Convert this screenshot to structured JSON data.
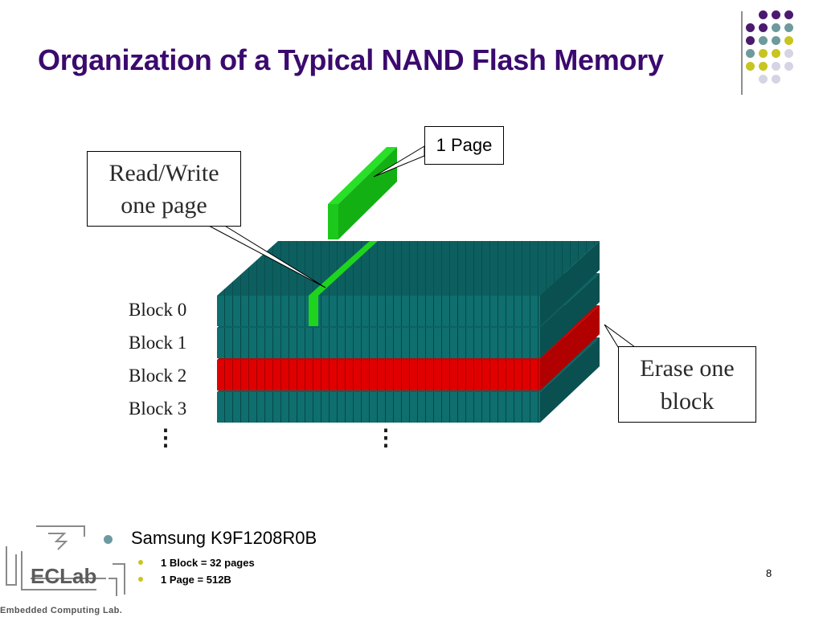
{
  "slide": {
    "title": "Organization of a Typical NAND Flash Memory",
    "page_number": "8"
  },
  "diagram": {
    "callouts": {
      "read_write": {
        "line1": "Read/Write",
        "line2": "one page"
      },
      "page": "1 Page",
      "erase": {
        "line1": "Erase one",
        "line2": "block"
      }
    },
    "blocks": [
      "Block 0",
      "Block 1",
      "Block 2",
      "Block 3"
    ],
    "ellipsis": "⋮",
    "colors": {
      "block": "#0e6b6b",
      "block_top": "#105f5f",
      "erase_block": "#e00000",
      "page": "#1fd41f"
    }
  },
  "bullets": {
    "main": "Samsung K9F1208R0B",
    "sub": [
      "1 Block = 32 pages",
      "1 Page = 512B"
    ]
  },
  "logo": {
    "name": "ECLab",
    "tagline": "Embedded Computing Lab."
  },
  "decor": {
    "dot_colors": [
      "#4b1a6e",
      "#6e9a9c",
      "#c7c51f",
      "#d6d4e4"
    ]
  }
}
